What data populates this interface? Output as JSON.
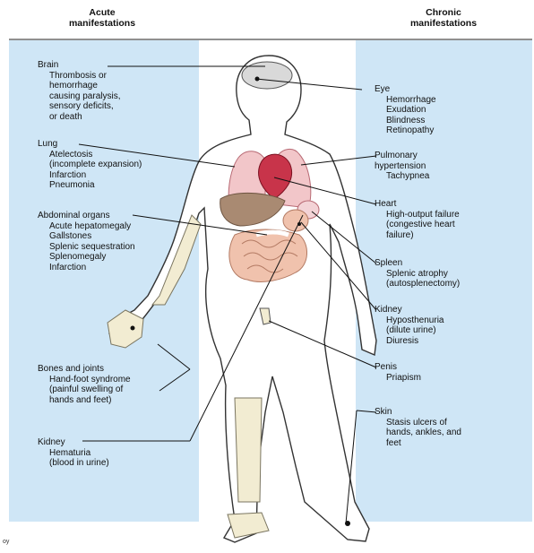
{
  "headers": {
    "acute": [
      "Acute",
      "manifestations"
    ],
    "chronic": [
      "Chronic",
      "manifestations"
    ]
  },
  "acute": [
    {
      "title": "Brain",
      "items": [
        "Thrombosis or",
        "hemorrhage",
        "causing paralysis,",
        "sensory deficits,",
        "or death"
      ]
    },
    {
      "title": "Lung",
      "items": [
        "Atelectosis",
        "(incomplete expansion)",
        "Infarction",
        "Pneumonia"
      ]
    },
    {
      "title": "Abdominal organs",
      "items": [
        "Acute hepatomegaly",
        "Gallstones",
        "Splenic sequestration",
        "Splenomegaly",
        "Infarction"
      ]
    },
    {
      "title": "Bones and joints",
      "items": [
        "Hand-foot syndrome",
        "(painful swelling of",
        "hands and feet)"
      ]
    },
    {
      "title": "Kidney",
      "items": [
        "Hematuria",
        "(blood in urine)"
      ]
    }
  ],
  "chronic": [
    {
      "title": "Eye",
      "items": [
        "Hemorrhage",
        "Exudation",
        "Blindness",
        "Retinopathy"
      ]
    },
    {
      "title": "Pulmonary",
      "items": [
        "hypertension",
        "Tachypnea"
      ]
    },
    {
      "title": "Heart",
      "items": [
        "High-output failure",
        "(congestive heart",
        "failure)"
      ]
    },
    {
      "title": "Spleen",
      "items": [
        "Splenic atrophy",
        "(autosplenectomy)"
      ]
    },
    {
      "title": "Kidney",
      "items": [
        "Hyposthenuria",
        "(dilute urine)",
        "Diuresis"
      ]
    },
    {
      "title": "Penis",
      "items": [
        "Priapism"
      ]
    },
    {
      "title": "Skin",
      "items": [
        "Stasis ulcers of",
        "hands, ankles, and",
        "feet"
      ]
    }
  ],
  "credit": "oy",
  "colors": {
    "panel": "#cfe6f6",
    "lung": "#f2c6c9",
    "heart": "#c8344a",
    "liver": "#a98a72",
    "intestine": "#f0c2ad",
    "brain": "#d9d9d9",
    "bone": "#f2ecd2"
  }
}
